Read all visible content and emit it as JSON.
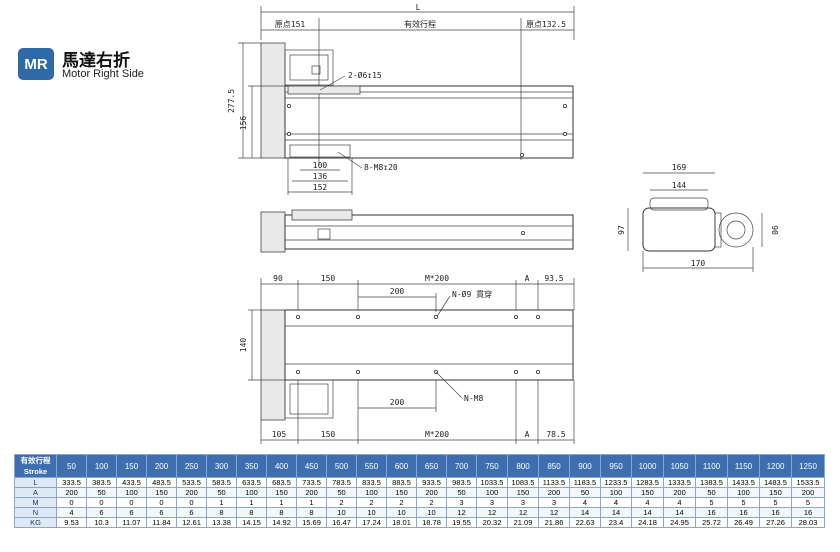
{
  "brand": {
    "badge": "MR",
    "title_cn": "馬達右折",
    "title_en": "Motor Right Side"
  },
  "top_view": {
    "overall_length": "L",
    "origin_left": "原点151",
    "effective_stroke": "有效行程",
    "origin_right": "原点132.5",
    "height_outer": "277.5",
    "height_inner": "156",
    "hole_note": "2-Ø6↧15",
    "thread_note": "8-M8↧20",
    "dim_100": "100",
    "dim_136": "136",
    "dim_152": "152"
  },
  "end_view": {
    "width_169": "169",
    "width_144": "144",
    "height_97": "97",
    "height_90": "90",
    "width_170": "170"
  },
  "bottom_view": {
    "dim_90": "90",
    "dim_150_top": "150",
    "dim_m200_top": "M*200",
    "dim_a_top": "A",
    "dim_93_5": "93.5",
    "dim_200_top": "200",
    "hole_note": "N-Ø9 貫穿",
    "height_140": "140",
    "dim_200_bottom": "200",
    "thread_note": "N-M8",
    "dim_105": "105",
    "dim_150_bottom": "150",
    "dim_m200_bottom": "M*200",
    "dim_a_bottom": "A",
    "dim_78_5": "78.5"
  },
  "spec_table": {
    "header_cn": "有效行程",
    "header_en": "Stroke",
    "strokes": [
      "50",
      "100",
      "150",
      "200",
      "250",
      "300",
      "350",
      "400",
      "450",
      "500",
      "550",
      "600",
      "650",
      "700",
      "750",
      "800",
      "850",
      "900",
      "950",
      "1000",
      "1050",
      "1100",
      "1150",
      "1200",
      "1250"
    ],
    "rows": [
      {
        "label": "L",
        "values": [
          "333.5",
          "383.5",
          "433.5",
          "483.5",
          "533.5",
          "583.5",
          "633.5",
          "683.5",
          "733.5",
          "783.5",
          "833.5",
          "883.5",
          "933.5",
          "983.5",
          "1033.5",
          "1083.5",
          "1133.5",
          "1183.5",
          "1233.5",
          "1283.5",
          "1333.5",
          "1383.5",
          "1433.5",
          "1483.5",
          "1533.5"
        ]
      },
      {
        "label": "A",
        "values": [
          "200",
          "50",
          "100",
          "150",
          "200",
          "50",
          "100",
          "150",
          "200",
          "50",
          "100",
          "150",
          "200",
          "50",
          "100",
          "150",
          "200",
          "50",
          "100",
          "150",
          "200",
          "50",
          "100",
          "150",
          "200"
        ]
      },
      {
        "label": "M",
        "values": [
          "0",
          "0",
          "0",
          "0",
          "0",
          "1",
          "1",
          "1",
          "1",
          "2",
          "2",
          "2",
          "2",
          "3",
          "3",
          "3",
          "3",
          "4",
          "4",
          "4",
          "4",
          "5",
          "5",
          "5",
          "5"
        ]
      },
      {
        "label": "N",
        "values": [
          "4",
          "6",
          "6",
          "6",
          "6",
          "8",
          "8",
          "8",
          "8",
          "10",
          "10",
          "10",
          "10",
          "12",
          "12",
          "12",
          "12",
          "14",
          "14",
          "14",
          "14",
          "16",
          "16",
          "16",
          "16"
        ]
      },
      {
        "label": "KG",
        "values": [
          "9.53",
          "10.3",
          "11.07",
          "11.84",
          "12.61",
          "13.38",
          "14.15",
          "14.92",
          "15.69",
          "16.47",
          "17.24",
          "18.01",
          "18.78",
          "19.55",
          "20.32",
          "21.09",
          "21.86",
          "22.63",
          "23.4",
          "24.18",
          "24.95",
          "25.72",
          "26.49",
          "27.26",
          "28.03"
        ]
      }
    ]
  }
}
